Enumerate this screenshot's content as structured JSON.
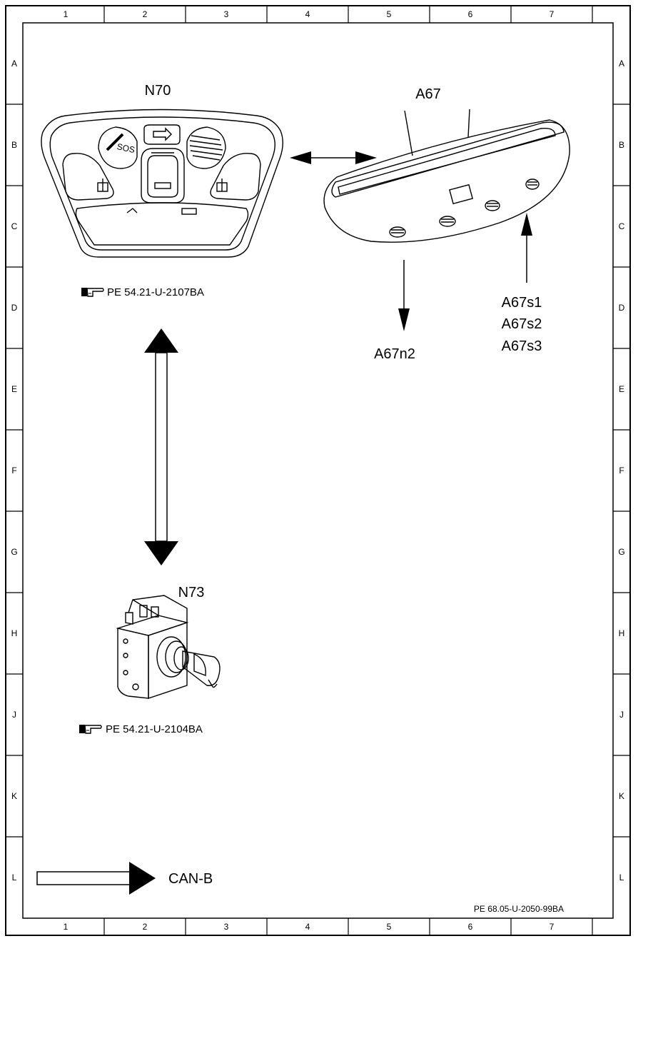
{
  "grid": {
    "columns": [
      "1",
      "2",
      "3",
      "4",
      "5",
      "6",
      "7"
    ],
    "rows": [
      "A",
      "B",
      "C",
      "D",
      "E",
      "F",
      "G",
      "H",
      "J",
      "K",
      "L"
    ]
  },
  "components": {
    "n70": {
      "label": "N70",
      "ref": "PE 54.21-U-2107BA"
    },
    "a67": {
      "label": "A67"
    },
    "a67n2": {
      "label": "A67n2"
    },
    "a67s1": {
      "label": "A67s1"
    },
    "a67s2": {
      "label": "A67s2"
    },
    "a67s3": {
      "label": "A67s3"
    },
    "n73": {
      "label": "N73",
      "ref": "PE 54.21-U-2104BA"
    }
  },
  "control_panel": {
    "sos_text": "SOS"
  },
  "legend": {
    "can_b": "CAN-B"
  },
  "footer": {
    "doc_ref": "PE 68.05-U-2050-99BA"
  }
}
